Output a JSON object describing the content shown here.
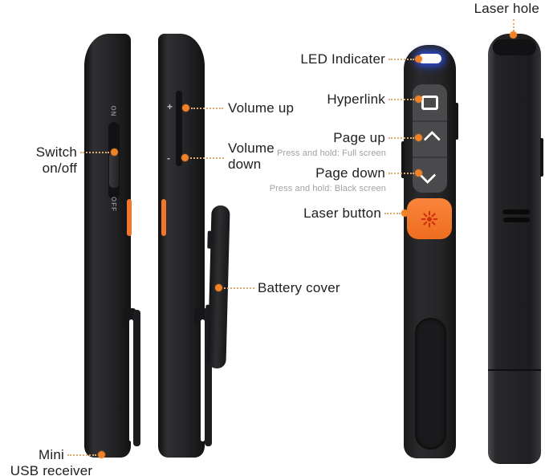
{
  "annotations": {
    "laser_hole": "Laser hole",
    "led_indicator": "LED Indicater",
    "hyperlink": "Hyperlink",
    "page_up": "Page up",
    "page_up_note": "Press and hold: Full screen",
    "page_down": "Page down",
    "page_down_note": "Press and hold: Black screen",
    "laser_button": "Laser button",
    "volume_up": "Volume up",
    "volume_down": "Volume down",
    "switch": "Switch on/off",
    "battery_cover": "Battery cover",
    "mini_usb_line1": "Mini",
    "mini_usb_line2": "USB receiver"
  },
  "device_markings": {
    "switch_on": "ON",
    "switch_off": "OFF",
    "volume_plus": "+",
    "volume_minus": "-"
  },
  "colors": {
    "label": "#202020",
    "note": "#a2a2a2",
    "leader": "#e2aa6e",
    "dot": "#f08228",
    "orange": "#f0762b",
    "cluster": "#4a4a4c",
    "laser": "#d22b10",
    "led-glow": "#2f54ff"
  }
}
